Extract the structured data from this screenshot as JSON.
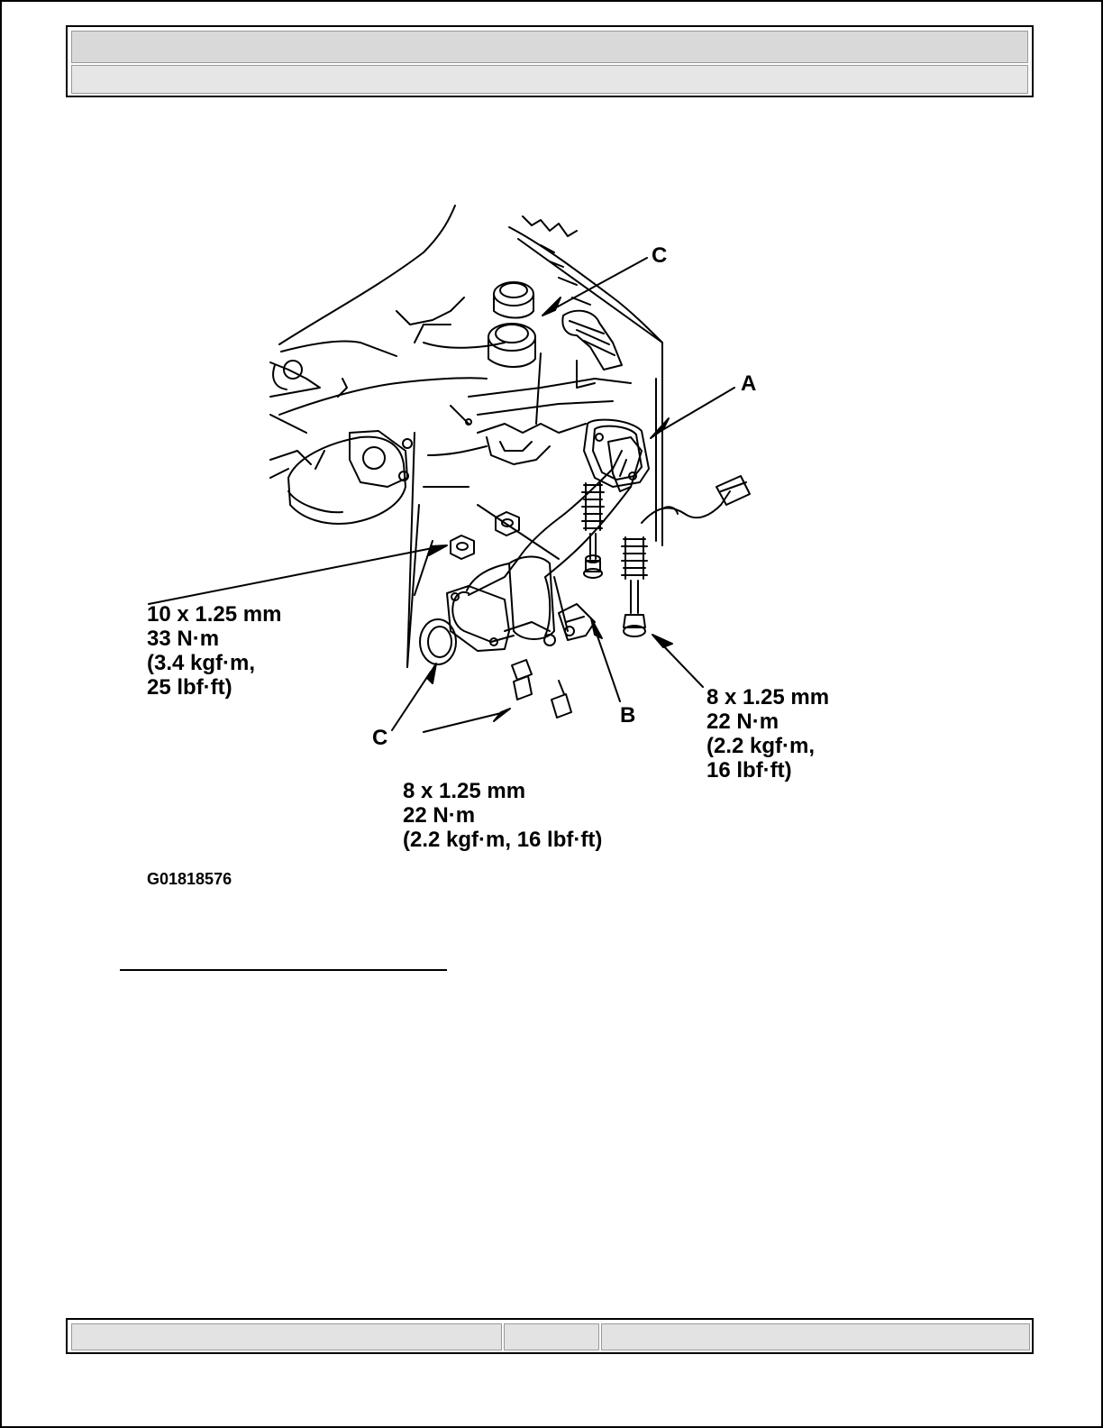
{
  "header": {
    "row1_text": "",
    "row2_text": ""
  },
  "figure": {
    "callouts": {
      "a": "A",
      "b": "B",
      "c_top": "C",
      "c_bottom": "C"
    },
    "specs": {
      "left": [
        "10 x 1.25 mm",
        "33 N·m",
        "(3.4 kgf·m,",
        "25 lbf·ft)"
      ],
      "bottom": [
        "8 x 1.25 mm",
        "22 N·m",
        "(2.2 kgf·m, 16 lbf·ft)"
      ],
      "right": [
        "8 x 1.25 mm",
        "22 N·m",
        "(2.2 kgf·m,",
        "16 lbf·ft)"
      ]
    },
    "figure_id": "G01818576"
  },
  "footer": {
    "cell1": "",
    "cell2": "",
    "cell3": ""
  }
}
